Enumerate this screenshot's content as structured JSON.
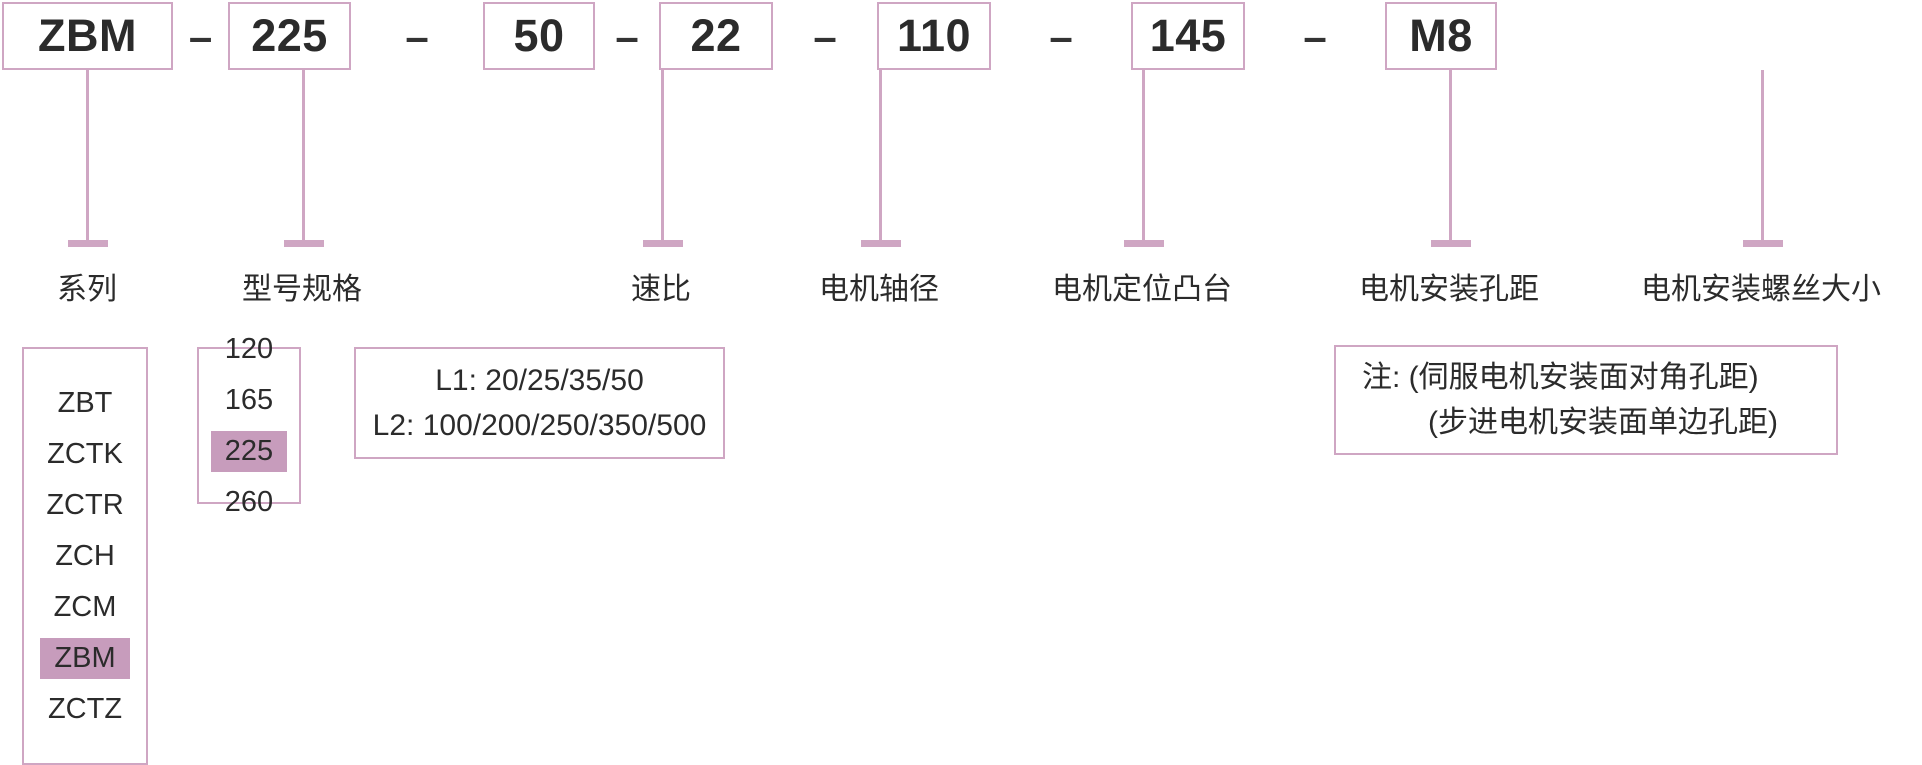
{
  "diagram": {
    "title": "ZBM-225-50-22-110-145-M8 model code breakdown",
    "accent_color": "#cfa6c3",
    "highlight_color": "#c79cbc",
    "text_color": "#2b2b2b",
    "separator": "–"
  },
  "code_segments": [
    {
      "value": "ZBM",
      "label": "系列"
    },
    {
      "value": "225",
      "label": "型号规格"
    },
    {
      "value": "50",
      "label": "速比"
    },
    {
      "value": "22",
      "label": "电机轴径"
    },
    {
      "value": "110",
      "label": "电机定位凸台"
    },
    {
      "value": "145",
      "label": "电机安装孔距"
    },
    {
      "value": "M8",
      "label": "电机安装螺丝大小"
    }
  ],
  "series_options": {
    "items": [
      "ZBT",
      "ZCTK",
      "ZCTR",
      "ZCH",
      "ZCM",
      "ZBM",
      "ZCTZ"
    ],
    "selected": "ZBM"
  },
  "size_options": {
    "items": [
      "120",
      "165",
      "225",
      "260"
    ],
    "selected": "225"
  },
  "ratio_box": {
    "line1": "L1: 20/25/35/50",
    "line2": "L2: 100/200/250/350/500"
  },
  "note_box": {
    "line1": "注: (伺服电机安装面对角孔距)",
    "line2": "(步进电机安装面单边孔距)"
  }
}
